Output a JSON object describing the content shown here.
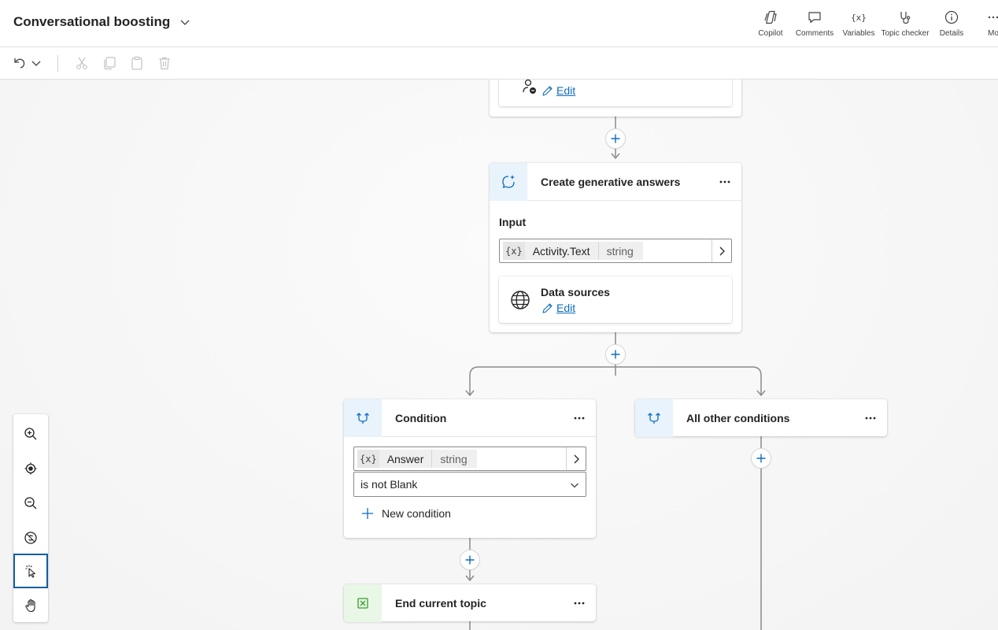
{
  "header": {
    "title": "Conversational boosting",
    "commands": [
      {
        "label": "Copilot",
        "icon": "copilot-icon"
      },
      {
        "label": "Comments",
        "icon": "comment-icon"
      },
      {
        "label": "Variables",
        "icon": "variable-icon"
      },
      {
        "label": "Topic checker",
        "icon": "stethoscope-icon"
      },
      {
        "label": "Details",
        "icon": "info-icon"
      },
      {
        "label": "Mo",
        "icon": "more-icon"
      }
    ]
  },
  "toolbar": {
    "buttons": [
      "undo-icon",
      "chevron-down-icon",
      "cut-icon",
      "copy-icon",
      "paste-icon",
      "delete-icon"
    ]
  },
  "canvas": {
    "top_node": {
      "edit_label": "Edit"
    },
    "gen_answers": {
      "title": "Create generative answers",
      "input_label": "Input",
      "variable": {
        "symbol": "{x}",
        "name": "Activity.Text",
        "type": "string"
      },
      "data_sources": {
        "title": "Data sources",
        "edit_label": "Edit"
      }
    },
    "condition": {
      "title": "Condition",
      "variable": {
        "symbol": "{x}",
        "name": "Answer",
        "type": "string"
      },
      "operator": "is not Blank",
      "new_condition_label": "New condition"
    },
    "other_conditions": {
      "title": "All other conditions"
    },
    "end_topic": {
      "title": "End current topic"
    }
  },
  "zoom_panel": {
    "buttons": [
      "zoom-in-icon",
      "recenter-icon",
      "zoom-out-icon",
      "minimap-icon",
      "select-icon",
      "pan-icon"
    ],
    "active": "select-icon"
  },
  "colors": {
    "accent": "#0f6cbd",
    "node_icon_bg": "#e8f3fc",
    "end_icon_bg": "#e9f7e6",
    "end_icon": "#3a9b2f"
  }
}
